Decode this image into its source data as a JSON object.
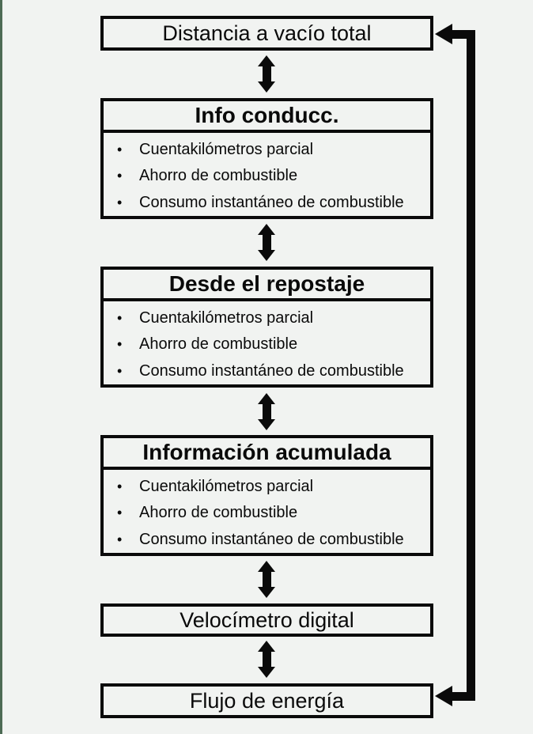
{
  "page": {
    "background_color": "#f1f3f1",
    "edge_accent_color": "#4d6b55",
    "line_color": "#0a0a0a",
    "bullet": "•"
  },
  "diagram": {
    "description": "Instrument display menu cycle diagram",
    "nodes": [
      {
        "id": "distancia-a-vacio-total",
        "type": "simple",
        "title": "Distancia a vacío total"
      },
      {
        "id": "info-conducc",
        "type": "group",
        "title": "Info conducc.",
        "items": [
          "Cuentakilómetros parcial",
          "Ahorro de combustible",
          "Consumo instantáneo de combustible"
        ]
      },
      {
        "id": "desde-el-repostaje",
        "type": "group",
        "title": "Desde el repostaje",
        "items": [
          "Cuentakilómetros parcial",
          "Ahorro de combustible",
          "Consumo instantáneo de combustible"
        ]
      },
      {
        "id": "informacion-acumulada",
        "type": "group",
        "title": "Información acumulada",
        "items": [
          "Cuentakilómetros parcial",
          "Ahorro de combustible",
          "Consumo instantáneo de combustible"
        ]
      },
      {
        "id": "velocimetro-digital",
        "type": "simple",
        "title": "Velocímetro digital"
      },
      {
        "id": "flujo-de-energia",
        "type": "simple",
        "title": "Flujo de energía"
      }
    ],
    "connectors": {
      "between_nodes": "vertical double-headed arrow",
      "return_loop": "right-side line from bottom node back to top node with left-pointing arrowheads"
    }
  }
}
